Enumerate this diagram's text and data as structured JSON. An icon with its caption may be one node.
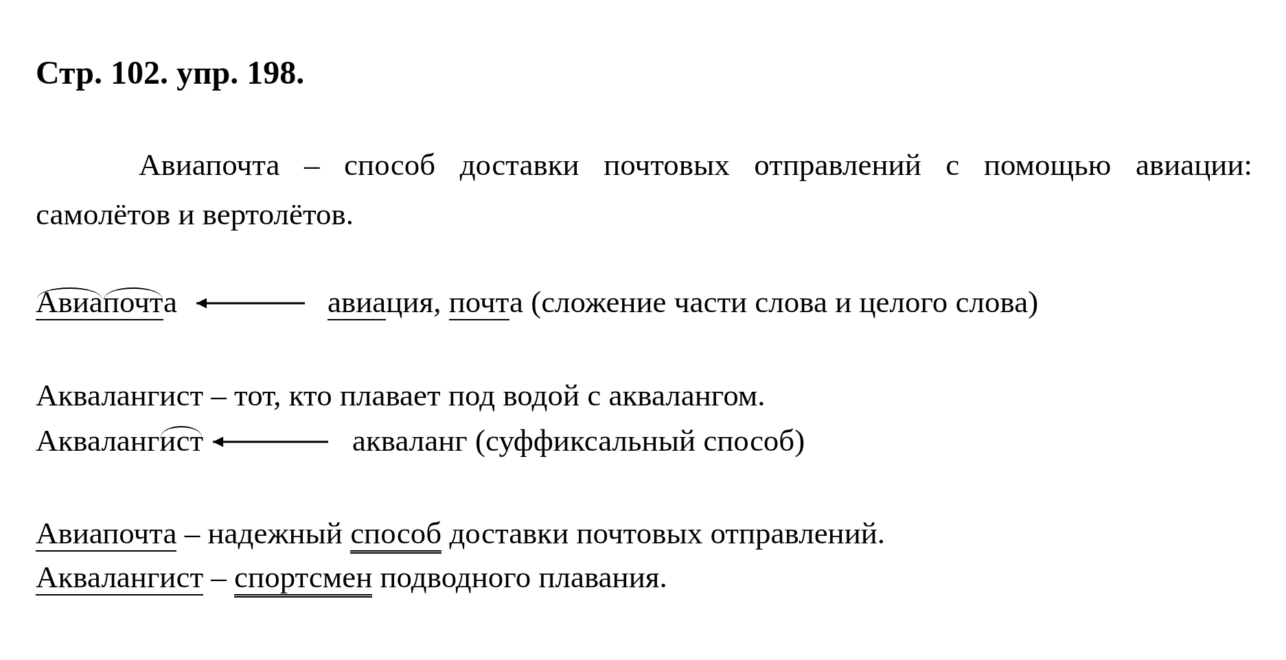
{
  "diagram": {
    "title": "Стр. 102. упр. 198.",
    "nodes": [
      {
        "text": [
          "Авиапочта"
        ]
      },
      {
        "text": [
          "авиация, почта (сложение части слова и целого слова)"
        ]
      },
      {
        "text": [
          "Аквалангист"
        ]
      },
      {
        "text": [
          "акваланг (суффиксальный способ)"
        ]
      }
    ],
    "edges": [
      {
        "from": 1,
        "to": 0,
        "arrow": "to"
      },
      {
        "from": 3,
        "to": 2,
        "arrow": "to"
      }
    ],
    "labels": [
      "Авиапочта – способ доставки почтовых отправлений с помощью авиации: самолётов и вертолётов.",
      "Аквалангист – тот, кто плавает под водой с аквалангом.",
      "Авиапочта – надежный способ доставки почтовых отправлений.",
      "Аквалангист – спортсмен подводного плавания."
    ]
  }
}
